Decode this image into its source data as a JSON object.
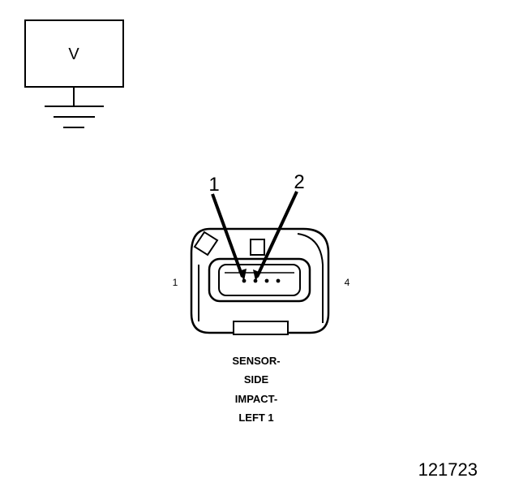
{
  "meter": {
    "symbol": "V"
  },
  "connector": {
    "callouts": [
      "1",
      "2"
    ],
    "end_pins": {
      "left": "1",
      "right": "4"
    },
    "name_lines": [
      "SENSOR-",
      "SIDE",
      "IMPACT-",
      "LEFT 1"
    ]
  },
  "figure": {
    "id": "121723"
  }
}
